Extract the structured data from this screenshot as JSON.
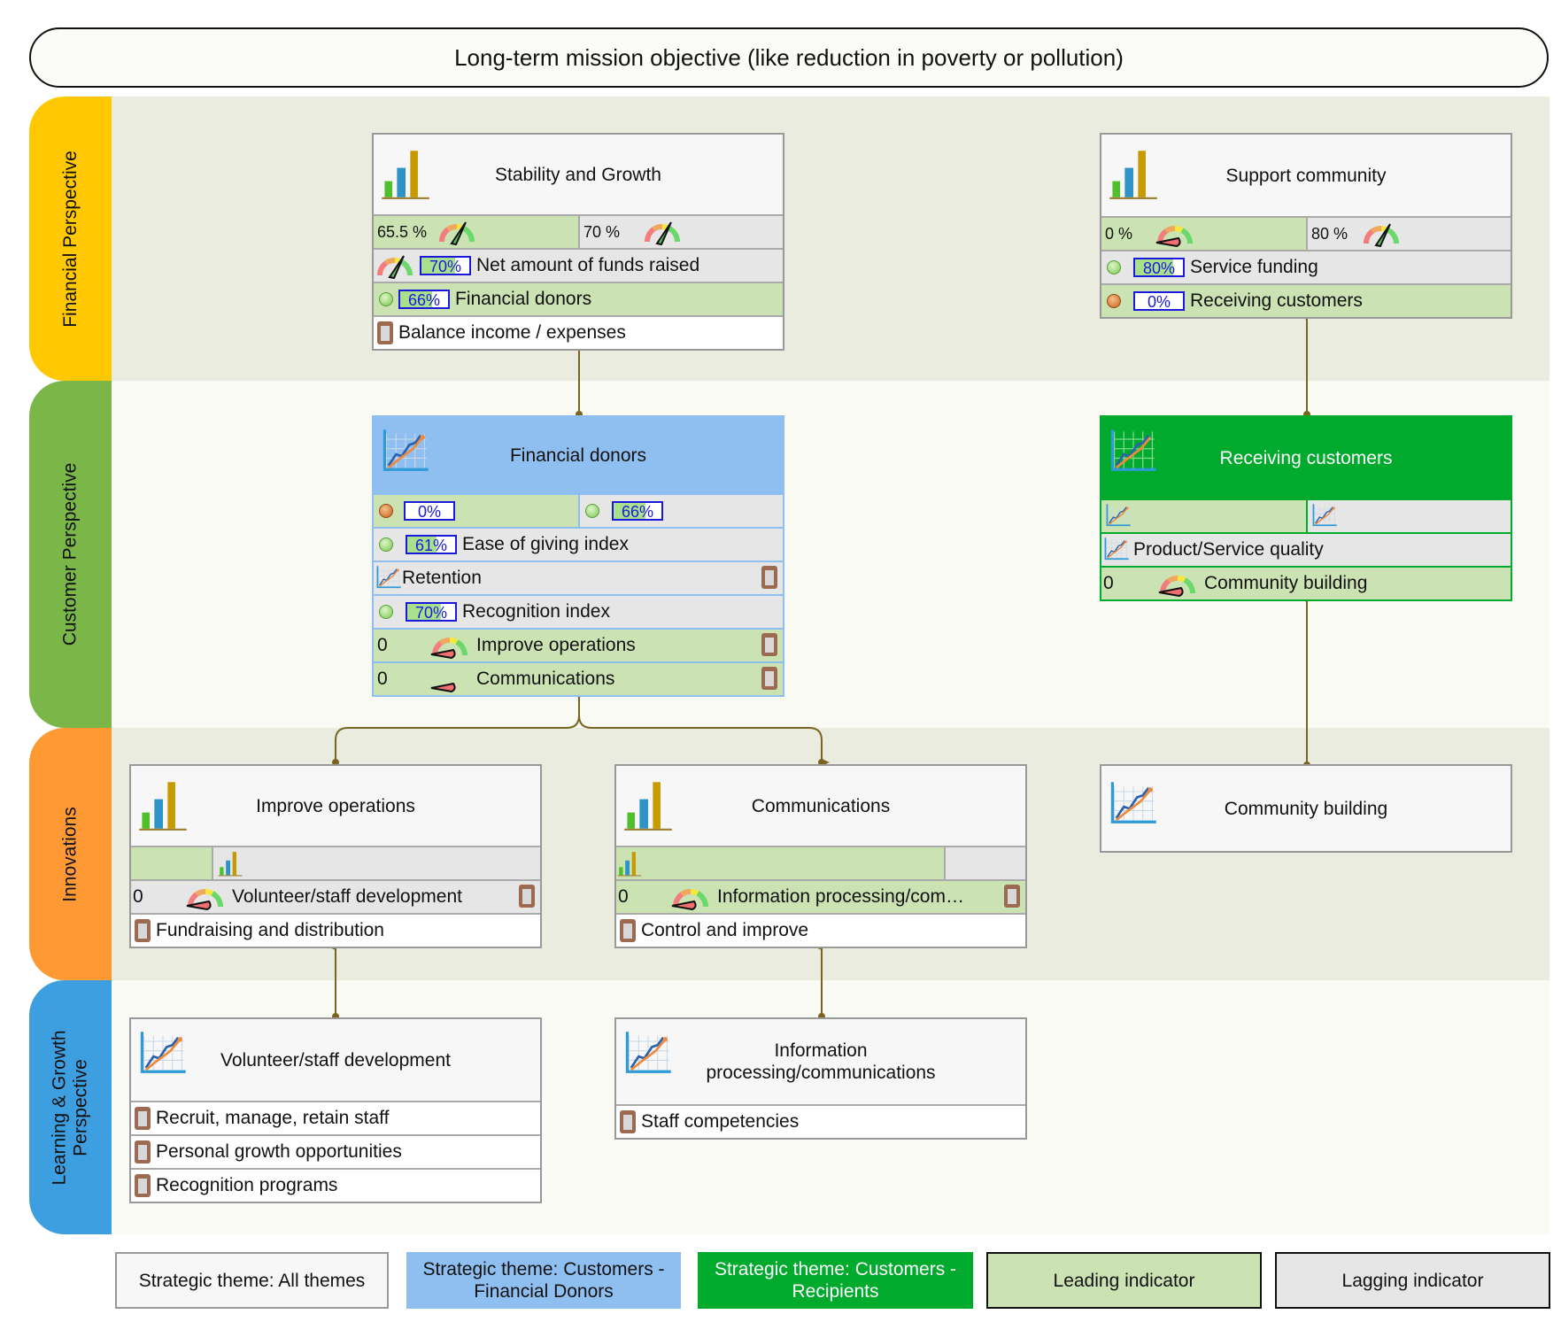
{
  "mission": "Long-term mission objective (like reduction in poverty or pollution)",
  "lanes": {
    "financial": "Financial Perspective",
    "customer": "Customer Perspective",
    "innovations": "Innovations",
    "learning_line1": "Learning & Growth",
    "learning_line2": "Perspective"
  },
  "colors": {
    "financial": "#ffc800",
    "customer": "#7ab648",
    "innovations": "#ff9933",
    "learning": "#3d9ee0",
    "theme_all": "#f7f7f7",
    "theme_donors": "#8fbff0",
    "theme_recipients": "#00aa2c",
    "leading": "#cbe2b3",
    "lagging": "#e6e6e6",
    "connector": "#7a6520"
  },
  "boxes": {
    "stability": {
      "title": "Stability and Growth",
      "icon": "bar-chart-icon",
      "split_left": "65.5 %",
      "split_right": "70 %",
      "rows": [
        {
          "pct": "70%",
          "pct_value": 70,
          "label": "Net amount of funds raised",
          "icon": "gauge-icon"
        },
        {
          "pct": "66%",
          "pct_value": 66,
          "label": "Financial donors",
          "icon": "status-green-icon"
        },
        {
          "label": "Balance income / expenses",
          "icon": "clipboard-icon"
        }
      ]
    },
    "support": {
      "title": "Support community",
      "icon": "bar-chart-icon",
      "split_left": "0 %",
      "split_right": "80 %",
      "rows": [
        {
          "pct": "80%",
          "pct_value": 80,
          "label": "Service funding",
          "icon": "status-green-icon"
        },
        {
          "pct": "0%",
          "pct_value": 0,
          "label": "Receiving customers",
          "icon": "status-orange-icon"
        }
      ]
    },
    "donors": {
      "title": "Financial donors",
      "icon": "trend-chart-icon",
      "split_left_pct": "0%",
      "split_left_value": 0,
      "split_right_pct": "66%",
      "split_right_value": 66,
      "rows": [
        {
          "pct": "61%",
          "pct_value": 61,
          "label": "Ease of giving index"
        },
        {
          "label": "Retention"
        },
        {
          "pct": "70%",
          "pct_value": 70,
          "label": "Recognition index"
        },
        {
          "value": "0",
          "label": "Improve operations"
        },
        {
          "value": "0",
          "label": "Communications"
        }
      ]
    },
    "receiving": {
      "title": "Receiving customers",
      "icon": "trend-chart-icon",
      "rows": [
        {
          "label": "Product/Service quality"
        },
        {
          "value": "0",
          "label": "Community building"
        }
      ]
    },
    "improve": {
      "title": "Improve operations",
      "rows": [
        {
          "value": "0",
          "label": "Volunteer/staff development"
        },
        {
          "label": "Fundraising and distribution"
        }
      ]
    },
    "communications": {
      "title": "Communications",
      "rows": [
        {
          "value": "0",
          "label": "Information  processing/com…"
        },
        {
          "label": "Control and improve"
        }
      ]
    },
    "community": {
      "title": "Community building"
    },
    "volunteer": {
      "title": "Volunteer/staff development",
      "rows": [
        {
          "label": "Recruit, manage, retain staff"
        },
        {
          "label": "Personal growth opportunities"
        },
        {
          "label": "Recognition programs"
        }
      ]
    },
    "infoproc": {
      "title_line1": "Information",
      "title_line2": "processing/communications",
      "rows": [
        {
          "label": "Staff competencies"
        }
      ]
    }
  },
  "legend": [
    {
      "line1": "Strategic theme: All themes",
      "line2": ""
    },
    {
      "line1": "Strategic theme: Customers -",
      "line2": "Financial Donors"
    },
    {
      "line1": "Strategic theme: Customers -",
      "line2": "Recipients"
    },
    {
      "line1": "Leading indicator",
      "line2": ""
    },
    {
      "line1": "Lagging indicator",
      "line2": ""
    }
  ]
}
